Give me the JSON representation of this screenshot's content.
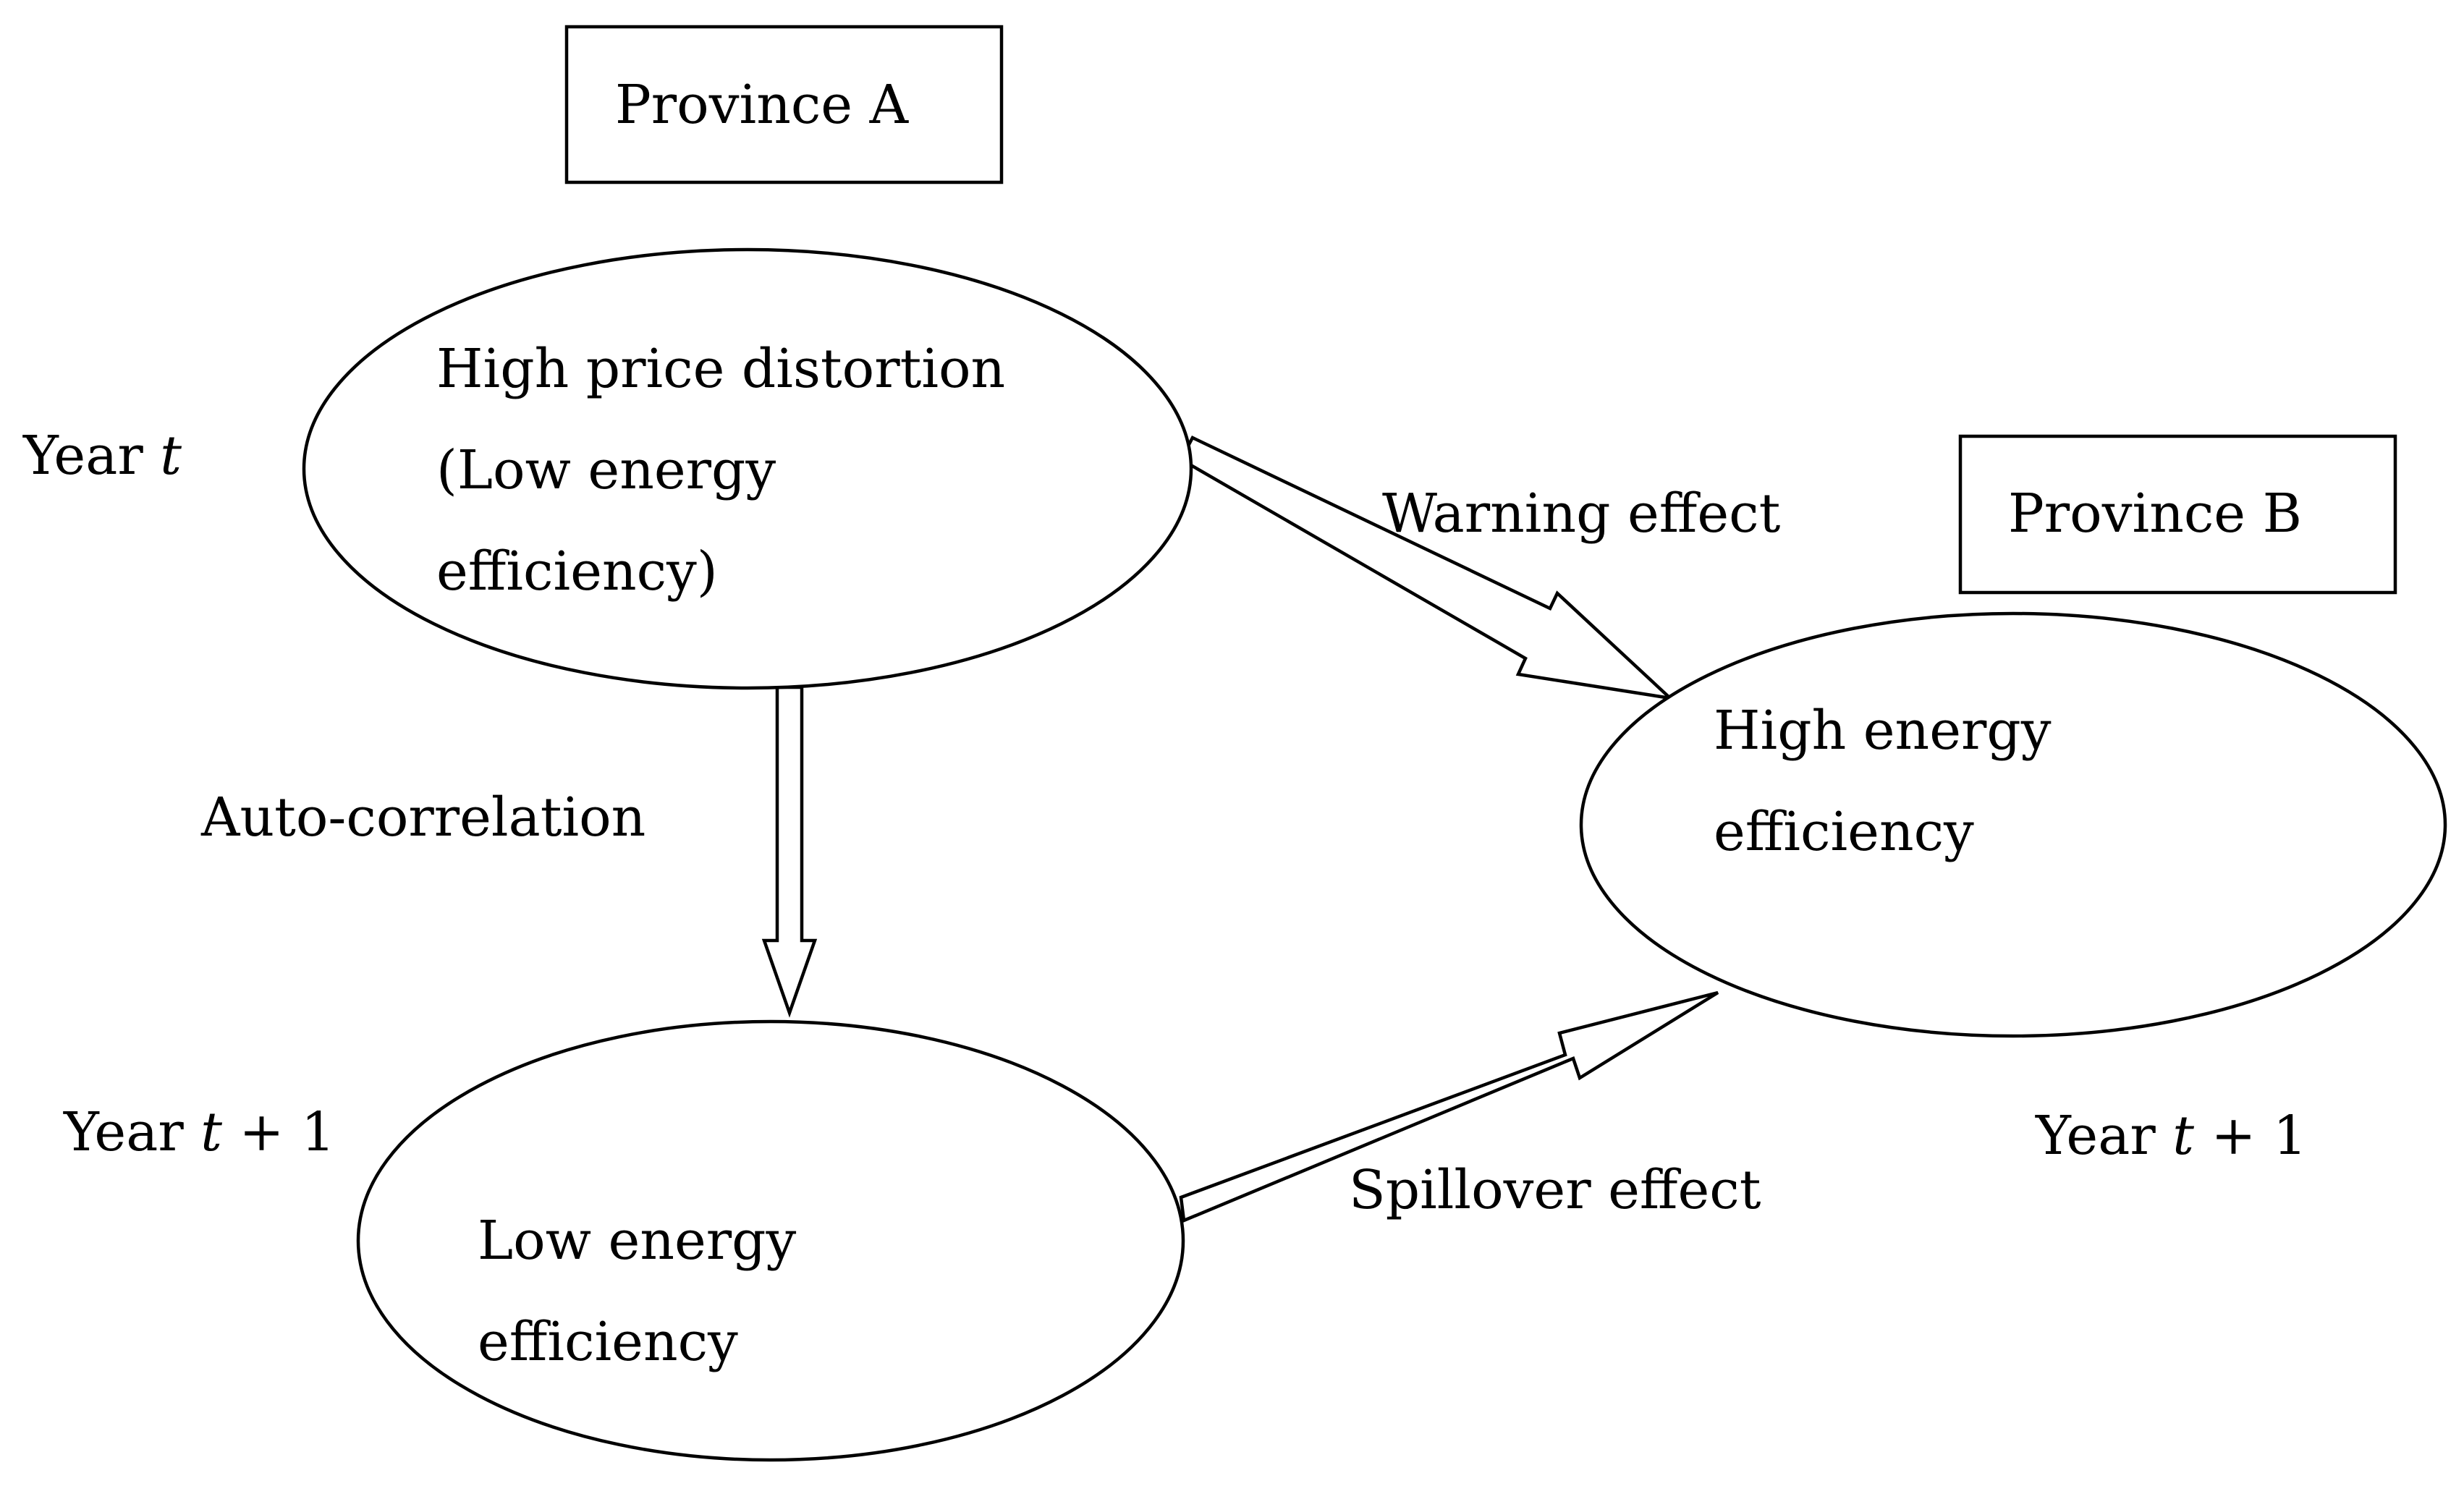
{
  "boxes": {
    "province_a": "Province A",
    "province_b": "Province B"
  },
  "year_labels": {
    "year_prefix": "Year ",
    "t": "t",
    "plus_one": " + 1"
  },
  "nodes": {
    "high_price_distortion": [
      "High price distortion",
      "(Low energy",
      "efficiency)"
    ],
    "low_energy_efficiency": [
      "Low energy",
      "efficiency"
    ],
    "high_energy_efficiency": [
      "High energy",
      "efficiency"
    ]
  },
  "edges": {
    "warning_effect": "Warning effect",
    "auto_correlation": "Auto-correlation",
    "spillover_effect": "Spillover effect"
  },
  "colors": {
    "stroke": "#000000",
    "fill": "#ffffff"
  }
}
